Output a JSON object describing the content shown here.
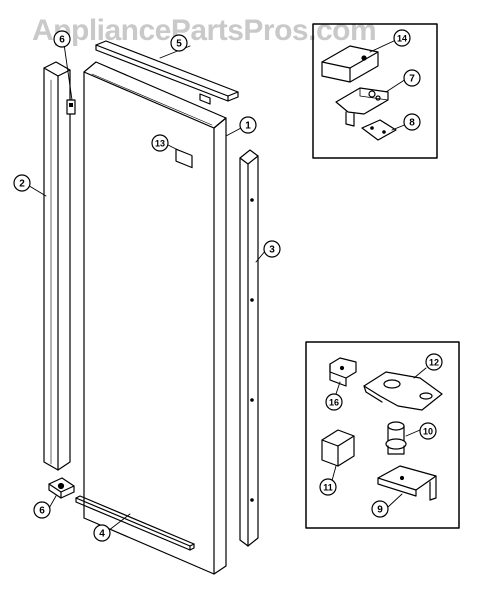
{
  "watermark": "AppliancePartsPros.com",
  "callouts": [
    {
      "id": "callout-1",
      "number": "1"
    },
    {
      "id": "callout-2",
      "number": "2"
    },
    {
      "id": "callout-3",
      "number": "3"
    },
    {
      "id": "callout-4",
      "number": "4"
    },
    {
      "id": "callout-5",
      "number": "5"
    },
    {
      "id": "callout-6-top",
      "number": "6"
    },
    {
      "id": "callout-6-bottom",
      "number": "6"
    },
    {
      "id": "callout-7",
      "number": "7"
    },
    {
      "id": "callout-8",
      "number": "8"
    },
    {
      "id": "callout-9",
      "number": "9"
    },
    {
      "id": "callout-10",
      "number": "10"
    },
    {
      "id": "callout-11",
      "number": "11"
    },
    {
      "id": "callout-12",
      "number": "12"
    },
    {
      "id": "callout-13",
      "number": "13"
    },
    {
      "id": "callout-14",
      "number": "14"
    },
    {
      "id": "callout-16",
      "number": "16"
    }
  ]
}
